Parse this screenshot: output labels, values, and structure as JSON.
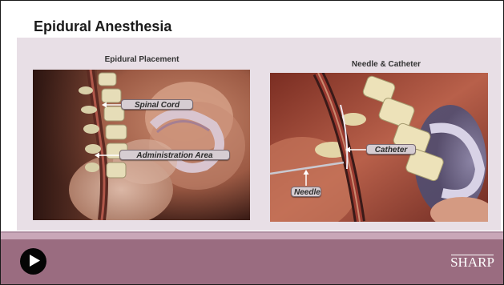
{
  "slide": {
    "title": "Epidural Anesthesia"
  },
  "figures": {
    "left": {
      "caption": "Epidural Placement",
      "labels": {
        "spinal_cord": "Spinal Cord",
        "administration_area": "Administration Area"
      }
    },
    "right": {
      "caption": "Needle & Catheter",
      "labels": {
        "catheter": "Catheter",
        "needle": "Needle"
      }
    }
  },
  "footer": {
    "play_icon": "play-icon",
    "brand": "SHARP"
  },
  "colors": {
    "panel": "#e8dfe6",
    "footer": "#9a6c80",
    "footer_accent": "#c9a7b8"
  }
}
